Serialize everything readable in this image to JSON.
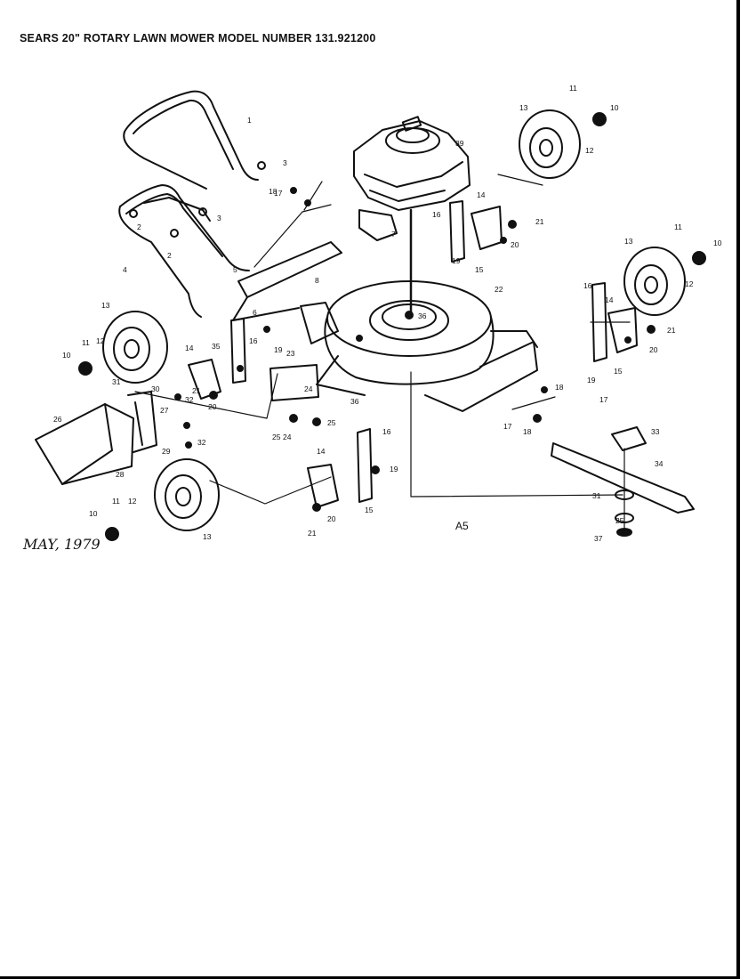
{
  "header": {
    "title": "SEARS 20\" ROTARY LAWN MOWER MODEL NUMBER 131.921200"
  },
  "footer": {
    "date_note": "MAY, 1979",
    "ref_code": "A5"
  },
  "diagram": {
    "callouts": [
      "1",
      "2",
      "3",
      "4",
      "5",
      "6",
      "7",
      "8",
      "10",
      "11",
      "12",
      "13",
      "14",
      "15",
      "16",
      "17",
      "18",
      "19",
      "20",
      "21",
      "22",
      "23",
      "24",
      "25",
      "26",
      "27",
      "28",
      "29",
      "30",
      "31",
      "32",
      "33",
      "34",
      "35",
      "36",
      "37",
      "39"
    ]
  },
  "colors": {
    "ink": "#111111",
    "paper": "#ffffff"
  }
}
